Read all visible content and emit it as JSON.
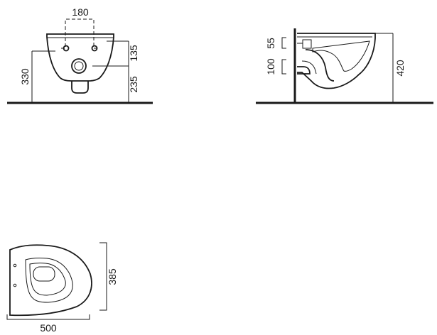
{
  "front_view": {
    "dims": {
      "outlet_spacing": "180",
      "bowl_height": "330",
      "upper_offset": "135",
      "lower_offset": "235"
    }
  },
  "side_view": {
    "dims": {
      "top_gap": "55",
      "mid_gap": "100",
      "total_height": "420"
    }
  },
  "plan_view": {
    "dims": {
      "width": "500",
      "depth": "385"
    }
  }
}
